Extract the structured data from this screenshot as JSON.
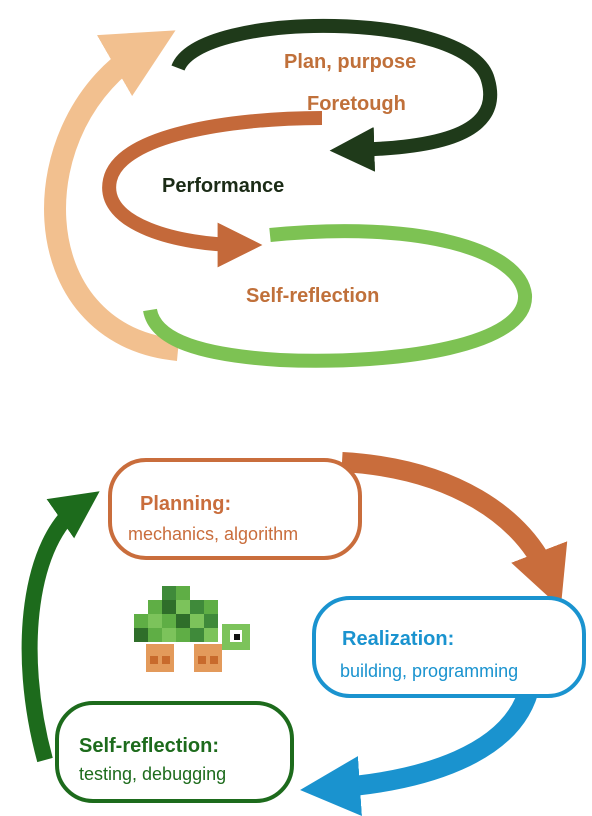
{
  "top_diagram": {
    "labels": {
      "plan": "Plan, purpose",
      "forethought": "Foretough",
      "performance": "Performance",
      "self_reflection": "Self-reflection"
    },
    "colors": {
      "dark_green": "#1f3a1a",
      "brown": "#c4693a",
      "light_green": "#7dc253",
      "peach": "#f2c08f",
      "label_brown": "#c0703a",
      "label_dark": "#1b2b16"
    }
  },
  "bottom_diagram": {
    "planning": {
      "title": "Planning:",
      "subtitle": "mechanics, algorithm"
    },
    "realization": {
      "title": "Realization:",
      "subtitle": "building, programming"
    },
    "self_reflection": {
      "title": "Self-reflection:",
      "subtitle": "testing, debugging"
    },
    "icon": "turtle-robot-icon",
    "colors": {
      "orange": "#c96d3c",
      "blue": "#1a93cf",
      "green": "#1d6b1c"
    }
  }
}
